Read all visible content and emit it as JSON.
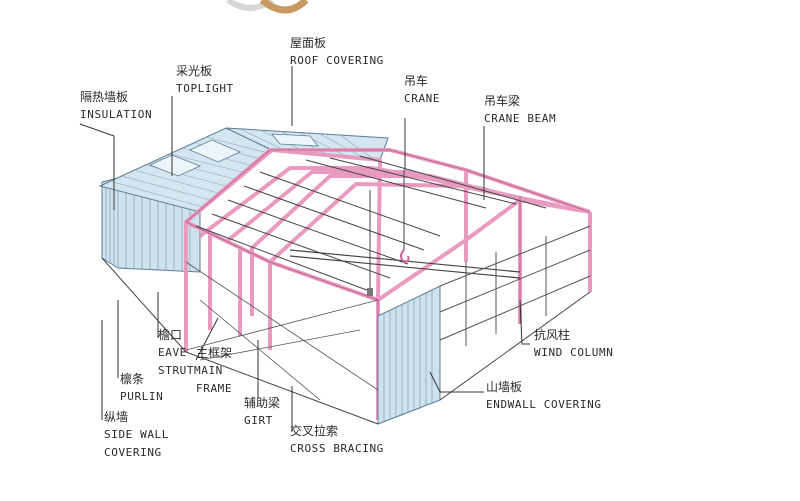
{
  "colors": {
    "frame": "#e89ac0",
    "frame_stroke": "#b45a86",
    "wall": "#cfe3ef",
    "wall_line": "#5a7c92",
    "roof": "#d4e6f0",
    "leader": "#333333",
    "text": "#2a2a2a"
  },
  "labels": {
    "roof_covering": {
      "zh": "屋面板",
      "en": "ROOF COVERING"
    },
    "toplight": {
      "zh": "采光板",
      "en": "TOPLIGHT"
    },
    "insulation": {
      "zh": "隔热墙板",
      "en": "INSULATION"
    },
    "crane": {
      "zh": "吊车",
      "en": "CRANE"
    },
    "crane_beam": {
      "zh": "吊车梁",
      "en": "CRANE BEAM"
    },
    "wind_column": {
      "zh": "抗风柱",
      "en": "WIND COLUMN"
    },
    "endwall_covering": {
      "zh": "山墙板",
      "en": "ENDWALL COVERING"
    },
    "eave_strut": {
      "zh": "檐口",
      "en1": "EAVE",
      "en2": "STRUT"
    },
    "main_frame": {
      "zh": "主框架",
      "en1": "MAIN",
      "en2": "FRAME"
    },
    "purlin": {
      "zh": "檩条",
      "en": "PURLIN"
    },
    "side_wall": {
      "zh": "纵墙",
      "en1": "SIDE WALL",
      "en2": "COVERING"
    },
    "girt": {
      "zh": "辅助梁",
      "en": "GIRT"
    },
    "cross_bracing": {
      "zh": "交叉拉索",
      "en": "CROSS BRACING"
    }
  }
}
